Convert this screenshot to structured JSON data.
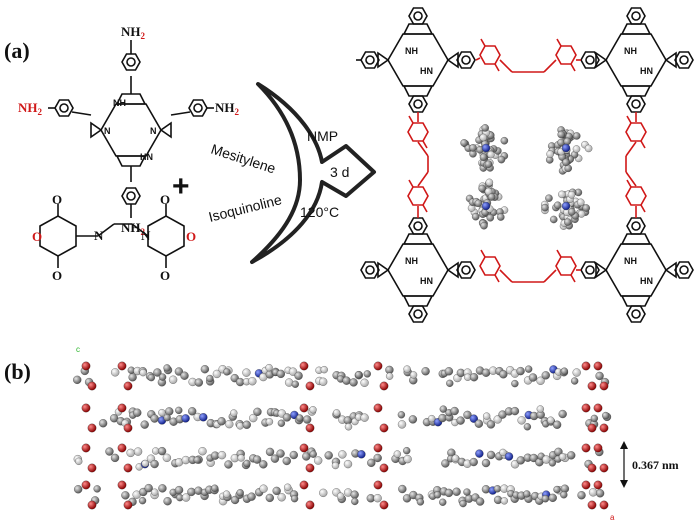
{
  "panels": {
    "a_label": "(a)",
    "b_label": "(b)"
  },
  "reactants": {
    "porphyrin_amines": [
      "NH2",
      "NH2",
      "NH2",
      "NH2"
    ],
    "porphyrin_core_nh_top": "NH",
    "porphyrin_core_n_left": "N",
    "porphyrin_core_n_right": "N",
    "porphyrin_core_hn_bottom": "HN",
    "plus_sign": "+",
    "dianhydride_o_labels": [
      "O",
      "O",
      "O",
      "O",
      "O",
      "O"
    ],
    "dianhydride_n_labels": [
      "N",
      "N"
    ]
  },
  "conditions": {
    "solvent1": "Mesitylene",
    "solvent2": "NMP",
    "catalyst": "Isoquinoline",
    "time": "3 d",
    "temperature": "120°C"
  },
  "stacking": {
    "distance": "0.367 nm",
    "axis_c": "c",
    "axis_a": "a"
  },
  "colors": {
    "red": "#d01818",
    "black": "#111111",
    "carbon": "#8a8a8a",
    "nitrogen": "#1830c0",
    "oxygen": "#c81010",
    "hydrogen": "#f2f2f2"
  }
}
